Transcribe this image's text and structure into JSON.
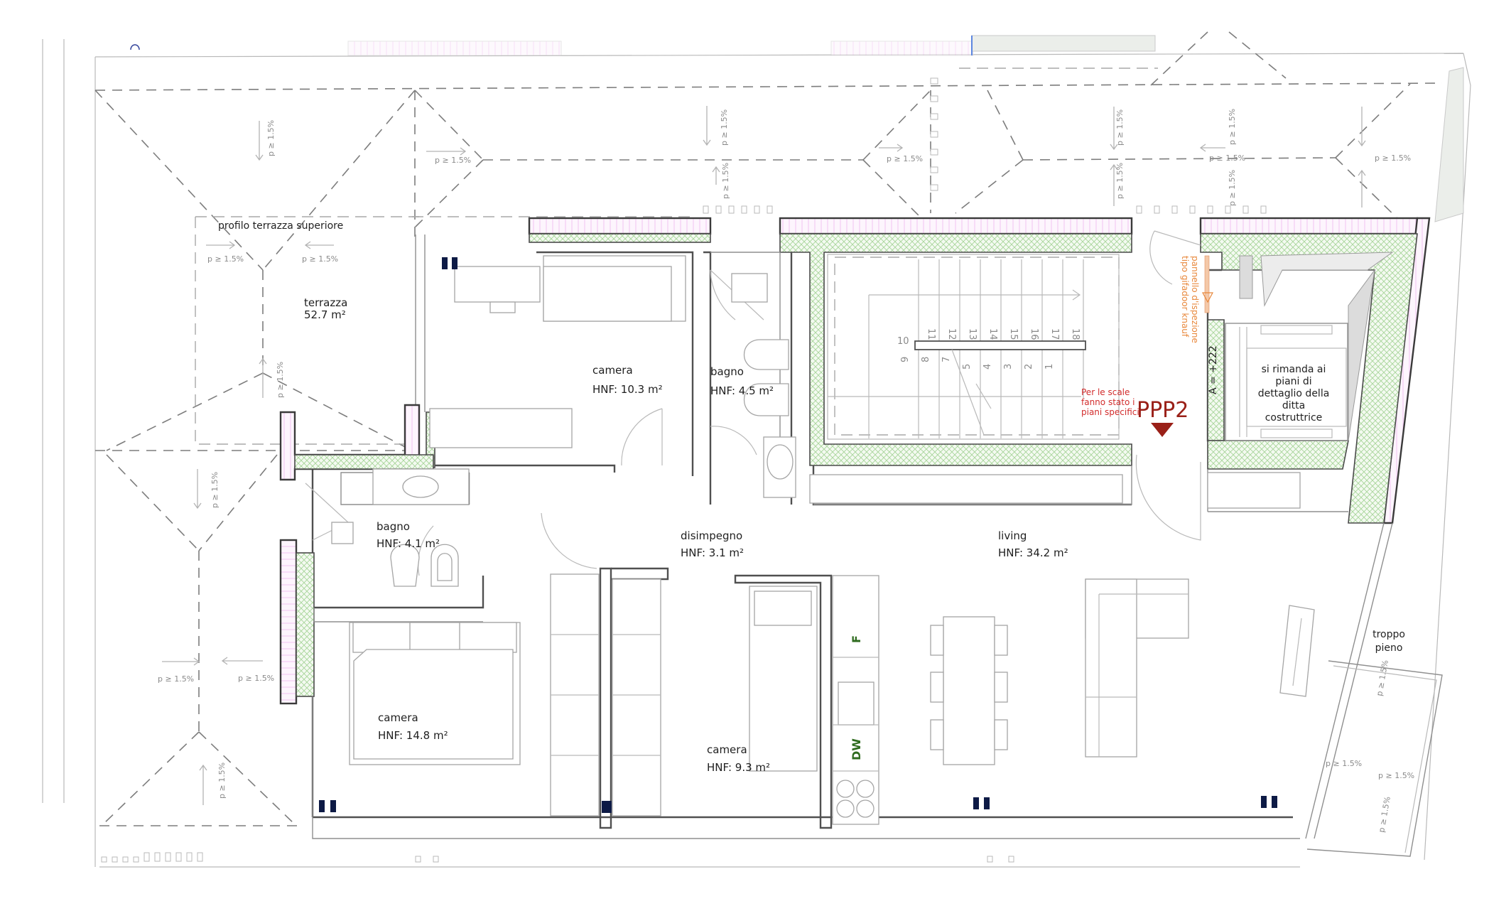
{
  "drawing": {
    "type": "floor plan",
    "level_marker": "PPP2",
    "accent_colors": {
      "wall_section": "#a8d59a",
      "insulation": "#f1c3f1",
      "level_marker": "#9a2018",
      "note_red": "#d22c2c",
      "note_orange": "#e8873a",
      "window_marker": "#0d1a45",
      "appliance_label": "#2f6b1f"
    }
  },
  "rooms": [
    {
      "name": "terrazza",
      "area": "52.7 m²",
      "area_value": 52.7
    },
    {
      "name": "camera",
      "area": "HNF: 10.3 m²",
      "area_value": 10.3
    },
    {
      "name": "bagno",
      "area": "HNF: 4.5 m²",
      "area_value": 4.5
    },
    {
      "name": "bagno",
      "area": "HNF: 4.1 m²",
      "area_value": 4.1
    },
    {
      "name": "disimpegno",
      "area": "HNF: 3.1 m²",
      "area_value": 3.1
    },
    {
      "name": "living",
      "area": "HNF: 34.2 m²",
      "area_value": 34.2
    },
    {
      "name": "camera",
      "area": "HNF: 14.8 m²",
      "area_value": 14.8
    },
    {
      "name": "camera",
      "area": "HNF: 9.3 m²",
      "area_value": 9.3
    }
  ],
  "annotations": {
    "upper_terrace_profile": "profilo terrazza superiore",
    "slope": "p ≥ 1.5%",
    "overflow": [
      "troppo",
      "pieno"
    ],
    "stairs_note": [
      "Per le scale",
      "fanno stato i",
      "piani specifici"
    ],
    "inspection_panel": [
      "pannello d'ispezione",
      "tipo gifadoor knauf"
    ],
    "elevator_note": [
      "si rimanda ai",
      "piani di",
      "dettaglio della",
      "ditta",
      "costruttrice"
    ],
    "elevator_dimension": "A = +222"
  },
  "stairs": {
    "upper_flight": [
      "11",
      "12",
      "13",
      "14",
      "15",
      "16",
      "17",
      "18"
    ],
    "landing": "10",
    "lower_flight": [
      "9",
      "8",
      "7",
      "5",
      "4",
      "3",
      "2",
      "1"
    ]
  },
  "appliances": {
    "fridge": "F",
    "dishwasher": "DW"
  }
}
